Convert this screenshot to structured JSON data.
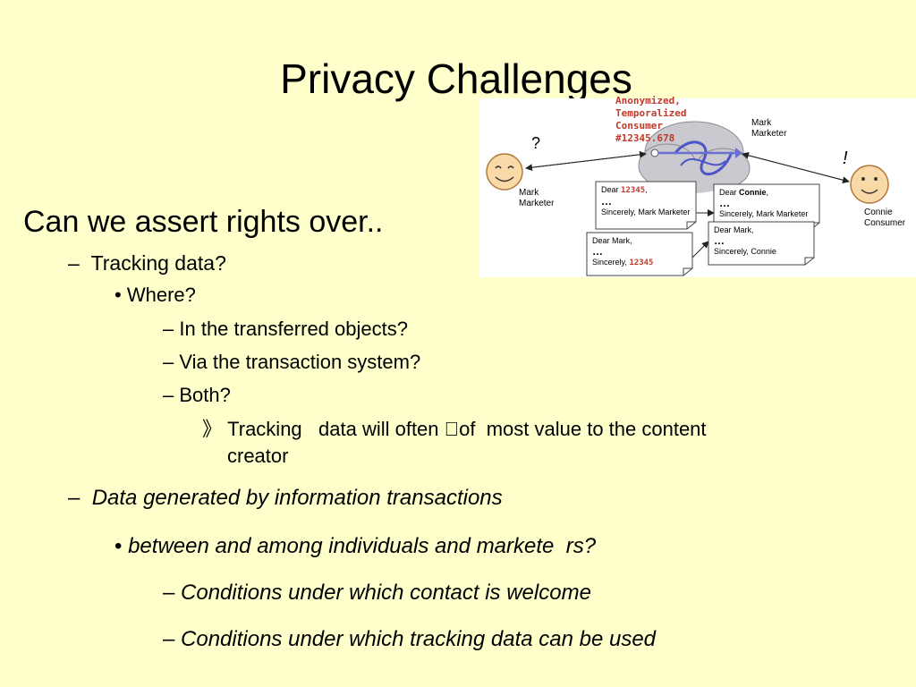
{
  "slide": {
    "title": "Privacy Challenges"
  },
  "figure": {
    "cloud_label": [
      "Anonymized,",
      "Temporalized",
      "Consumer",
      "#12345.678"
    ],
    "left_person_label": [
      "Mark",
      "Marketer"
    ],
    "right_person_label": [
      "Connie",
      "Consumer"
    ],
    "top_right_label": [
      "Mark",
      "Marketer"
    ],
    "question_mark": "?",
    "exclamation": "!",
    "cards": [
      {
        "line1_prefix": "Dear ",
        "line1_highlight": "12345",
        "line1_suffix": ",",
        "ellipsis": "…",
        "closing": "Sincerely, Mark Marketer",
        "closing_highlight": ""
      },
      {
        "line1_prefix": "Dear ",
        "line1_highlight": "Connie",
        "line1_suffix": ",",
        "ellipsis": "…",
        "closing": "Sincerely, Mark Marketer",
        "closing_highlight": ""
      },
      {
        "line1_prefix": "Dear Mark,",
        "line1_highlight": "",
        "line1_suffix": "",
        "ellipsis": "…",
        "closing": "Sincerely, ",
        "closing_highlight": "12345"
      },
      {
        "line1_prefix": "Dear Mark,",
        "line1_highlight": "",
        "line1_suffix": "",
        "ellipsis": "…",
        "closing": "Sincerely, Connie",
        "closing_highlight": ""
      }
    ]
  },
  "content": {
    "heading": "Can we assert rights over..",
    "dash1": "–",
    "item1": "Tracking data?",
    "bullet": "•",
    "item1_sub": "Where?",
    "dash": "–",
    "where_items": [
      "In the transferred objects?",
      "Via the transaction system?",
      "Both?"
    ],
    "arrow_glyph": "》",
    "note_line1": " Tracking   data will often \u0000of  most value to the content",
    "note_line2": "creator",
    "item2": "Data generated by information transactions",
    "item2_sub": "between and among individuals and markete  rs?",
    "item2_sub_items": [
      "Conditions under which contact is welcome",
      "Conditions under which tracking data can be used"
    ]
  }
}
